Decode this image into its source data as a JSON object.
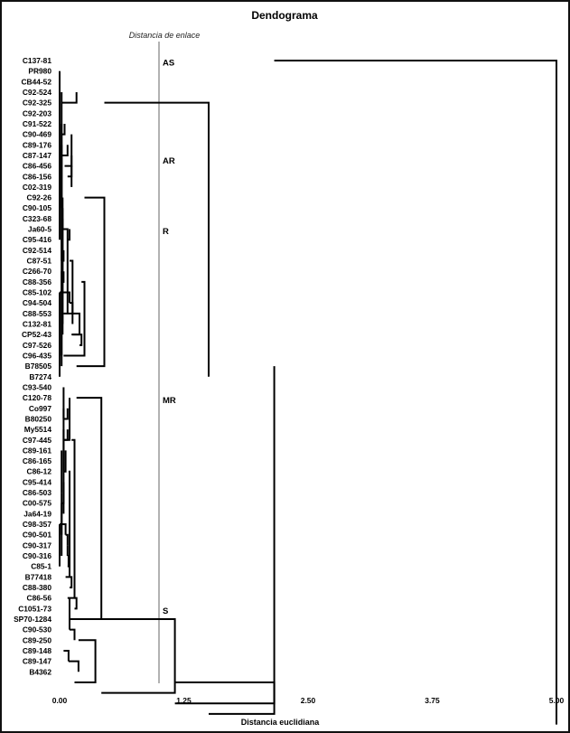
{
  "chart_data": {
    "type": "dendrogram",
    "title": "Dendograma",
    "xlabel": "Distancia euclidiana",
    "reference_line": {
      "label": "Distancia de enlace",
      "value": 1.0
    },
    "xlim": [
      0,
      5.0
    ],
    "ticks": [
      "0.00",
      "1.25",
      "2.50",
      "3.75",
      "5.00"
    ],
    "tick_values": [
      0,
      1.25,
      2.5,
      3.75,
      5.0
    ],
    "leaves": [
      "C137-81",
      "PR980",
      "CB44-52",
      "C92-524",
      "C92-325",
      "C92-203",
      "C91-522",
      "C90-469",
      "C89-176",
      "C87-147",
      "C86-456",
      "C86-156",
      "C02-319",
      "C92-26",
      "C90-105",
      "C323-68",
      "Ja60-5",
      "C95-416",
      "C92-514",
      "C87-51",
      "C266-70",
      "C88-356",
      "C85-102",
      "C94-504",
      "C88-553",
      "C132-81",
      "CP52-43",
      "C97-526",
      "C96-435",
      "B78505",
      "B7274",
      "C93-540",
      "C120-78",
      "Co997",
      "B80250",
      "My5514",
      "C97-445",
      "C89-161",
      "C86-165",
      "C86-12",
      "C95-414",
      "C86-503",
      "C00-575",
      "Ja64-19",
      "C98-357",
      "C90-501",
      "C90-317",
      "C90-316",
      "C85-1",
      "B77418",
      "C88-380",
      "C86-56",
      "C1051-73",
      "SP70-1284",
      "C90-530",
      "C89-250",
      "C89-148",
      "C89-147",
      "B4362"
    ],
    "groups": [
      {
        "label": "AS",
        "leaf": 1
      },
      {
        "label": "AR",
        "leaf": 10.3
      },
      {
        "label": "R",
        "leaf": 17
      },
      {
        "label": "MR",
        "leaf": 33
      },
      {
        "label": "S",
        "leaf": 53
      }
    ],
    "links": [
      [
        1,
        11,
        0,
        0,
        0
      ],
      [
        2,
        12,
        0,
        0,
        0
      ],
      [
        3,
        14,
        0.02,
        0.02,
        0.02
      ],
      [
        4,
        3,
        0.17,
        0.02,
        0.17
      ],
      [
        5,
        17,
        0,
        0,
        0
      ],
      [
        6,
        18,
        0.02,
        0.02,
        0.02
      ],
      [
        7,
        6,
        0.05,
        0.02,
        0.05
      ],
      [
        8,
        19,
        0.02,
        0.02,
        0.02
      ],
      [
        9,
        8,
        0.08,
        0.02,
        0.08
      ],
      [
        10,
        7,
        0.12,
        0.05,
        0.12
      ],
      [
        11,
        9,
        0.12,
        0.08,
        0.12
      ],
      [
        12,
        10,
        0.12,
        0.12,
        0.12
      ],
      [
        13,
        16,
        0.03,
        0.03,
        0.03
      ],
      [
        14,
        25,
        0.03,
        0.03,
        0.03
      ],
      [
        15,
        26,
        0.03,
        0.03,
        0.03
      ],
      [
        16,
        24,
        0.08,
        0.03,
        0.08
      ],
      [
        17,
        16,
        0.1,
        0.08,
        0.1
      ],
      [
        18,
        28,
        0.02,
        0.02,
        0.02
      ],
      [
        19,
        18,
        0.04,
        0.02,
        0.04
      ],
      [
        20,
        29,
        0.02,
        0.02,
        0.02
      ],
      [
        21,
        20,
        0.04,
        0.02,
        0.04
      ],
      [
        22,
        30,
        0,
        0,
        0
      ],
      [
        23,
        22,
        0.1,
        0.1,
        0
      ],
      [
        24,
        19,
        0.13,
        0.04,
        0.1
      ],
      [
        25,
        23,
        0.13,
        0.13,
        0.1
      ],
      [
        26,
        24,
        0.2,
        0.13,
        0.13
      ],
      [
        27,
        26,
        0.22,
        0.2,
        0.12
      ],
      [
        28,
        21,
        0.25,
        0.04,
        0.22
      ],
      [
        29,
        13,
        0.45,
        0.17,
        0.25
      ],
      [
        30,
        4,
        1.5,
        1.5,
        0.45
      ],
      [
        31,
        34,
        0.04,
        0.04,
        0.04
      ],
      [
        32,
        36,
        0.1,
        0.1,
        0.04
      ],
      [
        33,
        38,
        0.04,
        0.04,
        0.04
      ],
      [
        34,
        33,
        0.08,
        0.04,
        0.08
      ],
      [
        35,
        39,
        0.04,
        0.04,
        0.04
      ],
      [
        36,
        35,
        0.08,
        0.04,
        0.08
      ],
      [
        37,
        41,
        0.02,
        0.02,
        0.02
      ],
      [
        38,
        42,
        0.04,
        0.04,
        0.02
      ],
      [
        39,
        37,
        0.06,
        0.04,
        0.06
      ],
      [
        40,
        43,
        0.04,
        0.04,
        0.04
      ],
      [
        41,
        44,
        0.02,
        0.02,
        0.02
      ],
      [
        42,
        45,
        0.02,
        0.02,
        0.02
      ],
      [
        43,
        47,
        0.02,
        0.02,
        0.02
      ],
      [
        44,
        48,
        0,
        0,
        0
      ],
      [
        45,
        44,
        0.06,
        0.06,
        0
      ],
      [
        46,
        45,
        0.08,
        0.08,
        0.06
      ],
      [
        47,
        46,
        0.08,
        0.08,
        0.08
      ],
      [
        48,
        47,
        0.09,
        0.08,
        0.08
      ],
      [
        49,
        39,
        0.1,
        0.06,
        0.09
      ],
      [
        50,
        49,
        0.12,
        0.1,
        0.1
      ],
      [
        51,
        36,
        0.15,
        0.08,
        0.12
      ],
      [
        52,
        51,
        0.17,
        0.15,
        0.15
      ],
      [
        53,
        32,
        0.42,
        0.1,
        0.17
      ],
      [
        54,
        51,
        0.1,
        0.1,
        0.1
      ],
      [
        55,
        54,
        0.15,
        0.15,
        0.1
      ],
      [
        56,
        56,
        0.04,
        0.04,
        0.04
      ],
      [
        57,
        56,
        0.09,
        0.09,
        0.04
      ],
      [
        58,
        57,
        0.19,
        0.19,
        0.09
      ],
      [
        59,
        55,
        0.36,
        0.15,
        0.19
      ],
      [
        60,
        53,
        1.16,
        0.42,
        0.36
      ],
      [
        61,
        59,
        2.16,
        1.16,
        1.16
      ],
      [
        62,
        29,
        2.16,
        1.5,
        2.16
      ],
      [
        63,
        0,
        5.0,
        5.0,
        2.16
      ]
    ]
  }
}
